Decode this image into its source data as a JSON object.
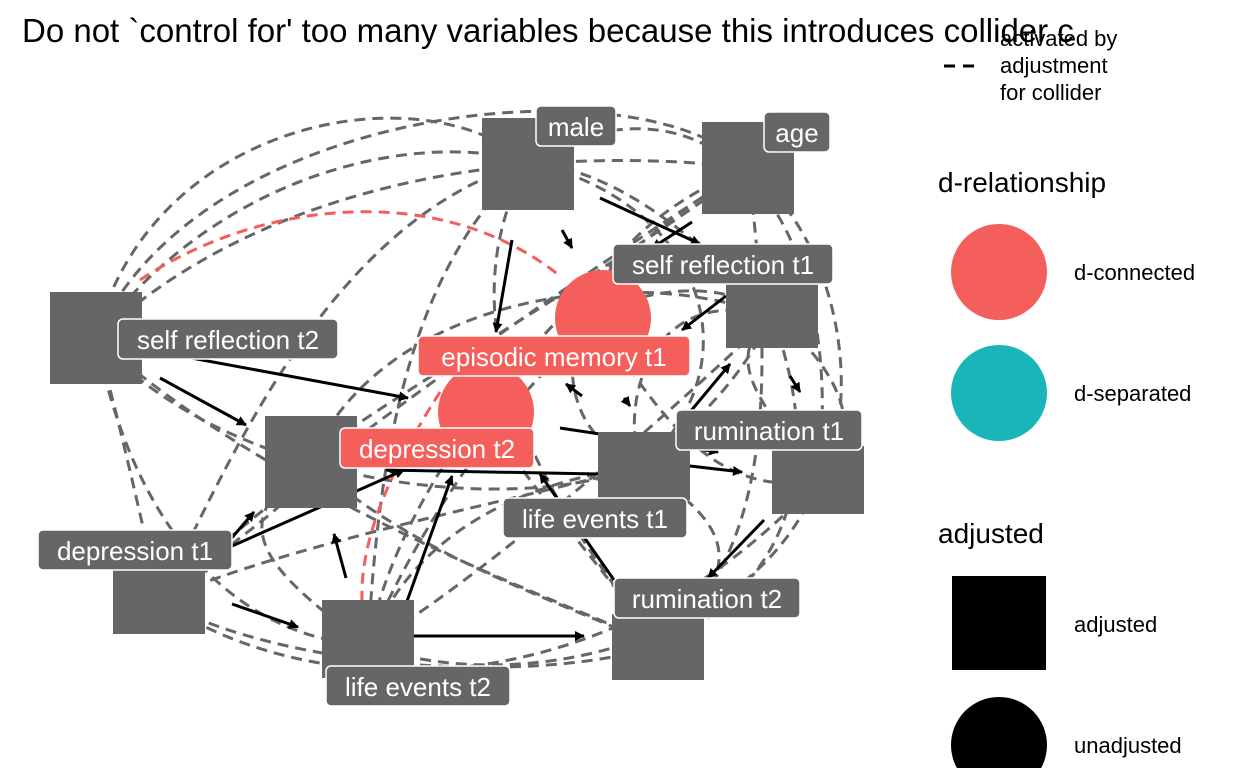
{
  "title": "Do not `control for' too many variables because this introduces collider c",
  "colors": {
    "adjusted_node": "#666666",
    "d_connected": "#F45F5B",
    "d_separated": "#19B5B8",
    "edge_gray": "#666666",
    "edge_red": "#F45F5B",
    "legend_black": "#000000"
  },
  "legend": {
    "edge_type": {
      "label": "activated by adjustment for collider"
    },
    "d_relationship": {
      "title": "d-relationship",
      "items": [
        {
          "label": "d-connected"
        },
        {
          "label": "d-separated"
        }
      ]
    },
    "adjusted": {
      "title": "adjusted",
      "items": [
        {
          "label": "adjusted"
        },
        {
          "label": "unadjusted"
        }
      ]
    }
  },
  "nodes": {
    "male": {
      "label": "male",
      "status": "adjusted"
    },
    "age": {
      "label": "age",
      "status": "adjusted"
    },
    "self_reflection_t1": {
      "label": "self reflection t1",
      "status": "adjusted"
    },
    "self_reflection_t2": {
      "label": "self reflection t2",
      "status": "adjusted"
    },
    "episodic_memory_t1": {
      "label": "episodic memory t1",
      "status": "unadjusted",
      "d_relationship": "d-connected"
    },
    "depression_t2": {
      "label": "depression t2",
      "status": "unadjusted",
      "d_relationship": "d-connected"
    },
    "rumination_t1": {
      "label": "rumination t1",
      "status": "adjusted"
    },
    "rumination_t2": {
      "label": "rumination t2",
      "status": "adjusted"
    },
    "life_events_t1": {
      "label": "life events t1",
      "status": "adjusted"
    },
    "life_events_t2": {
      "label": "life events t2",
      "status": "adjusted"
    },
    "depression_t1": {
      "label": "depression t1",
      "status": "adjusted"
    }
  }
}
